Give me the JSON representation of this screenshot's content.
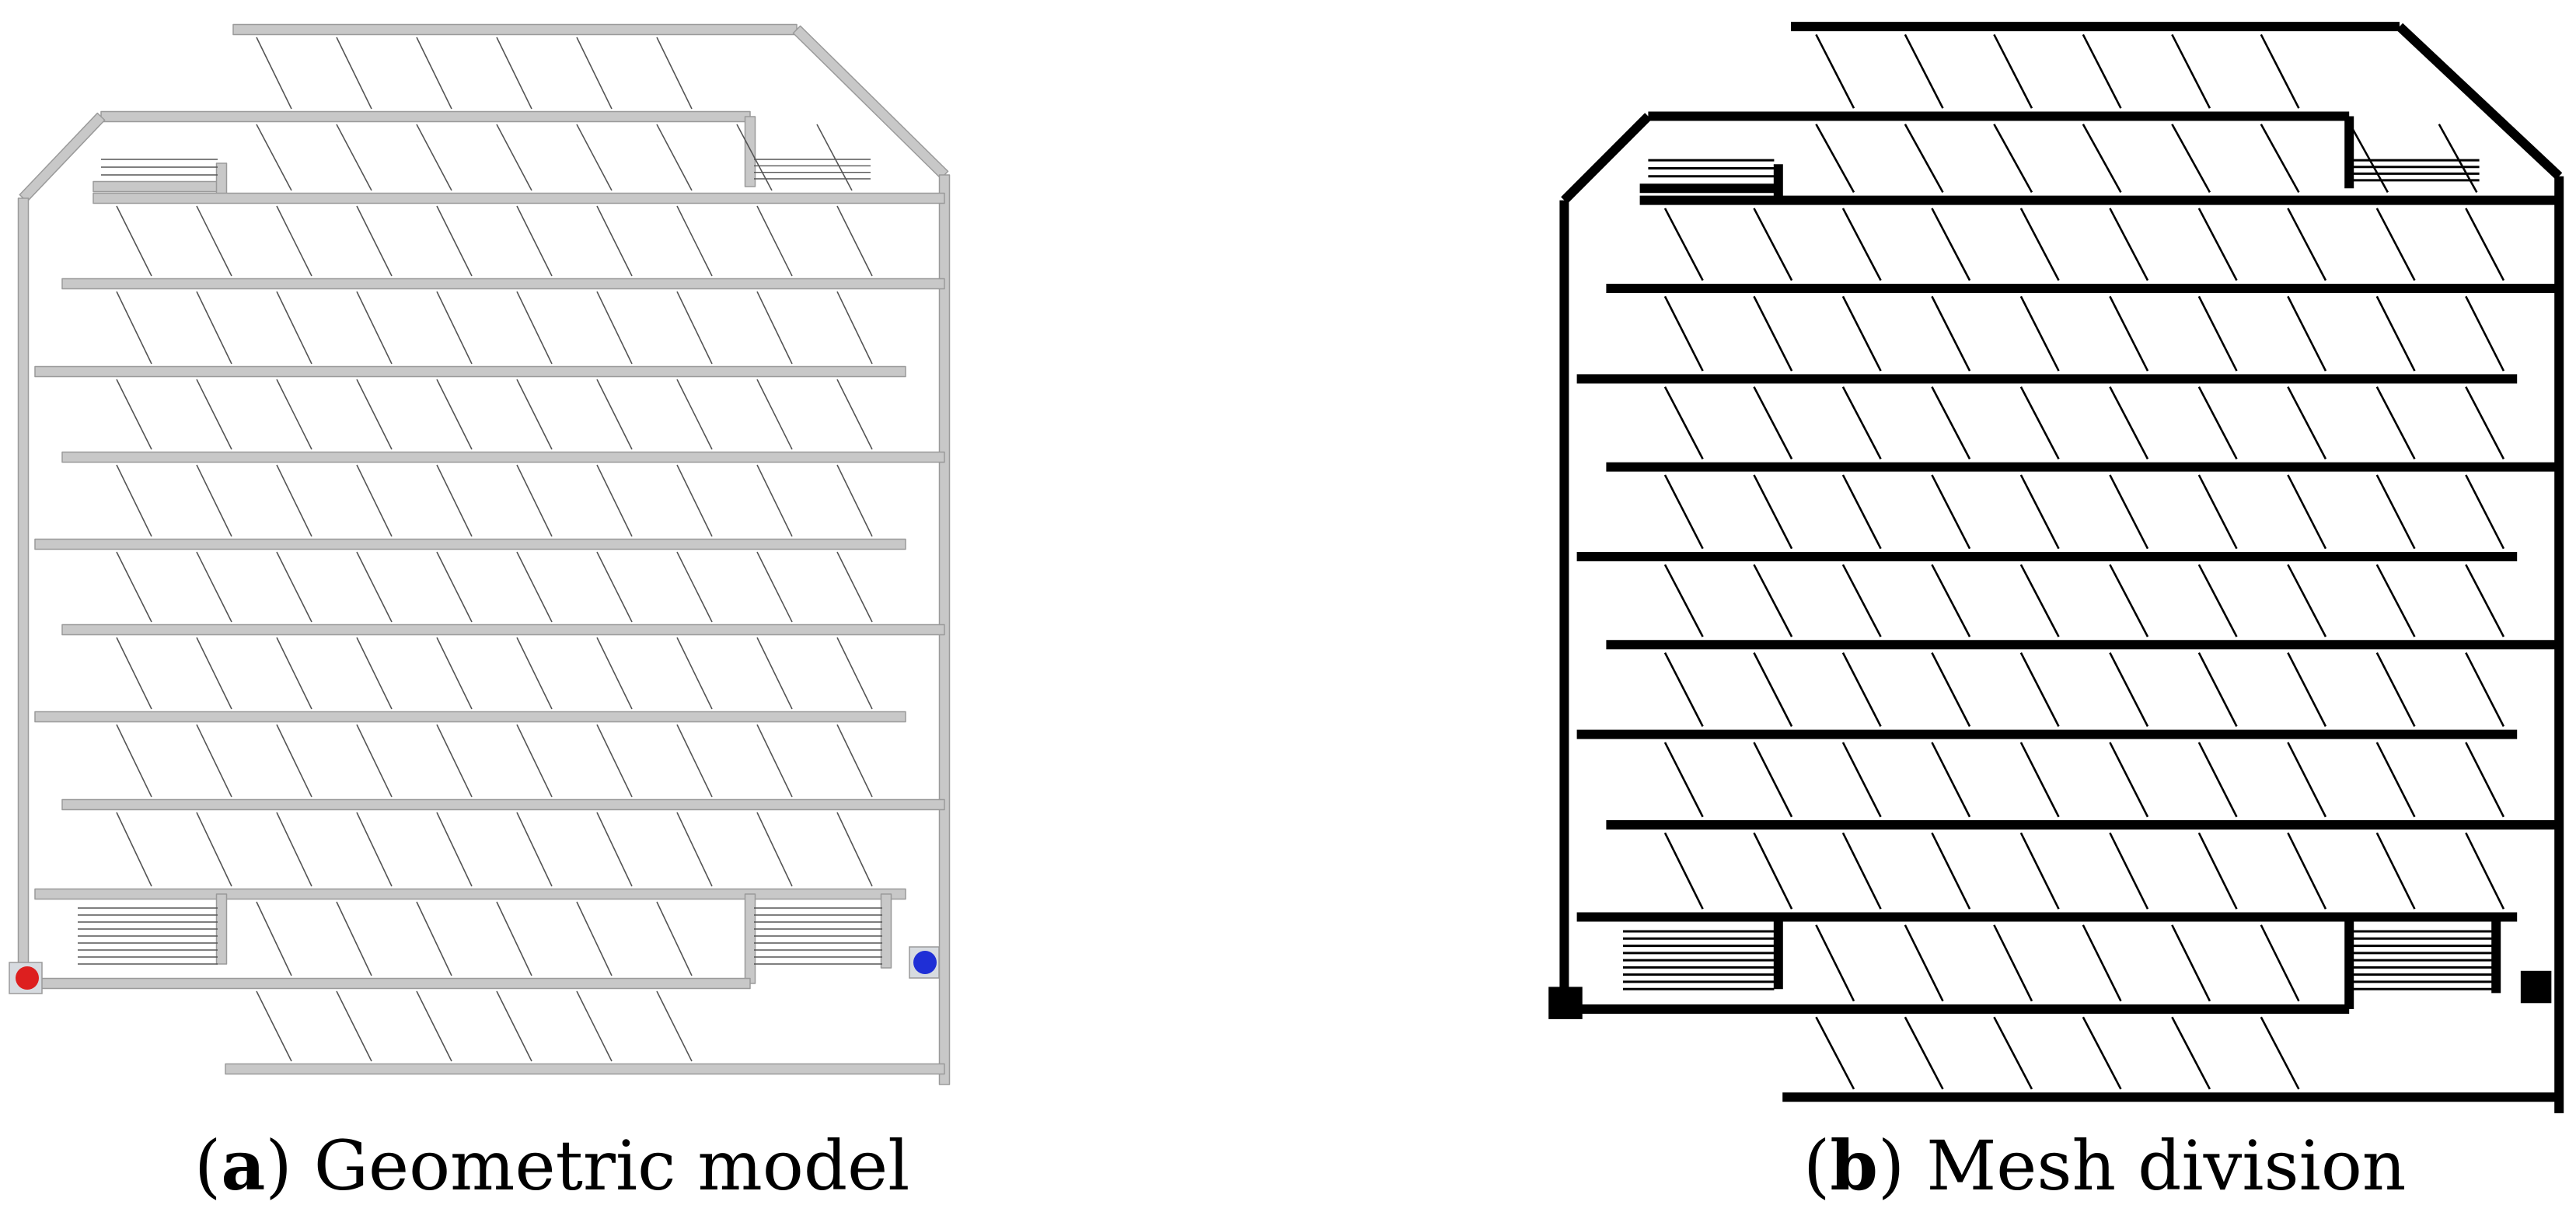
{
  "figure": {
    "panels": [
      {
        "id": "a",
        "letter": "a",
        "title": "Geometric model",
        "style": "wall-outline",
        "wall_color": "#c8c8c8",
        "edge_color": "#9a9a9a",
        "marks": {
          "left": "#dd1f1f",
          "right": "#1f2fd6"
        }
      },
      {
        "id": "b",
        "letter": "b",
        "title": "Mesh division",
        "style": "mesh",
        "wall_color": "#000000",
        "edge_color": "#000000",
        "marks": {
          "left": "#000000",
          "right": "#000000"
        }
      }
    ]
  }
}
